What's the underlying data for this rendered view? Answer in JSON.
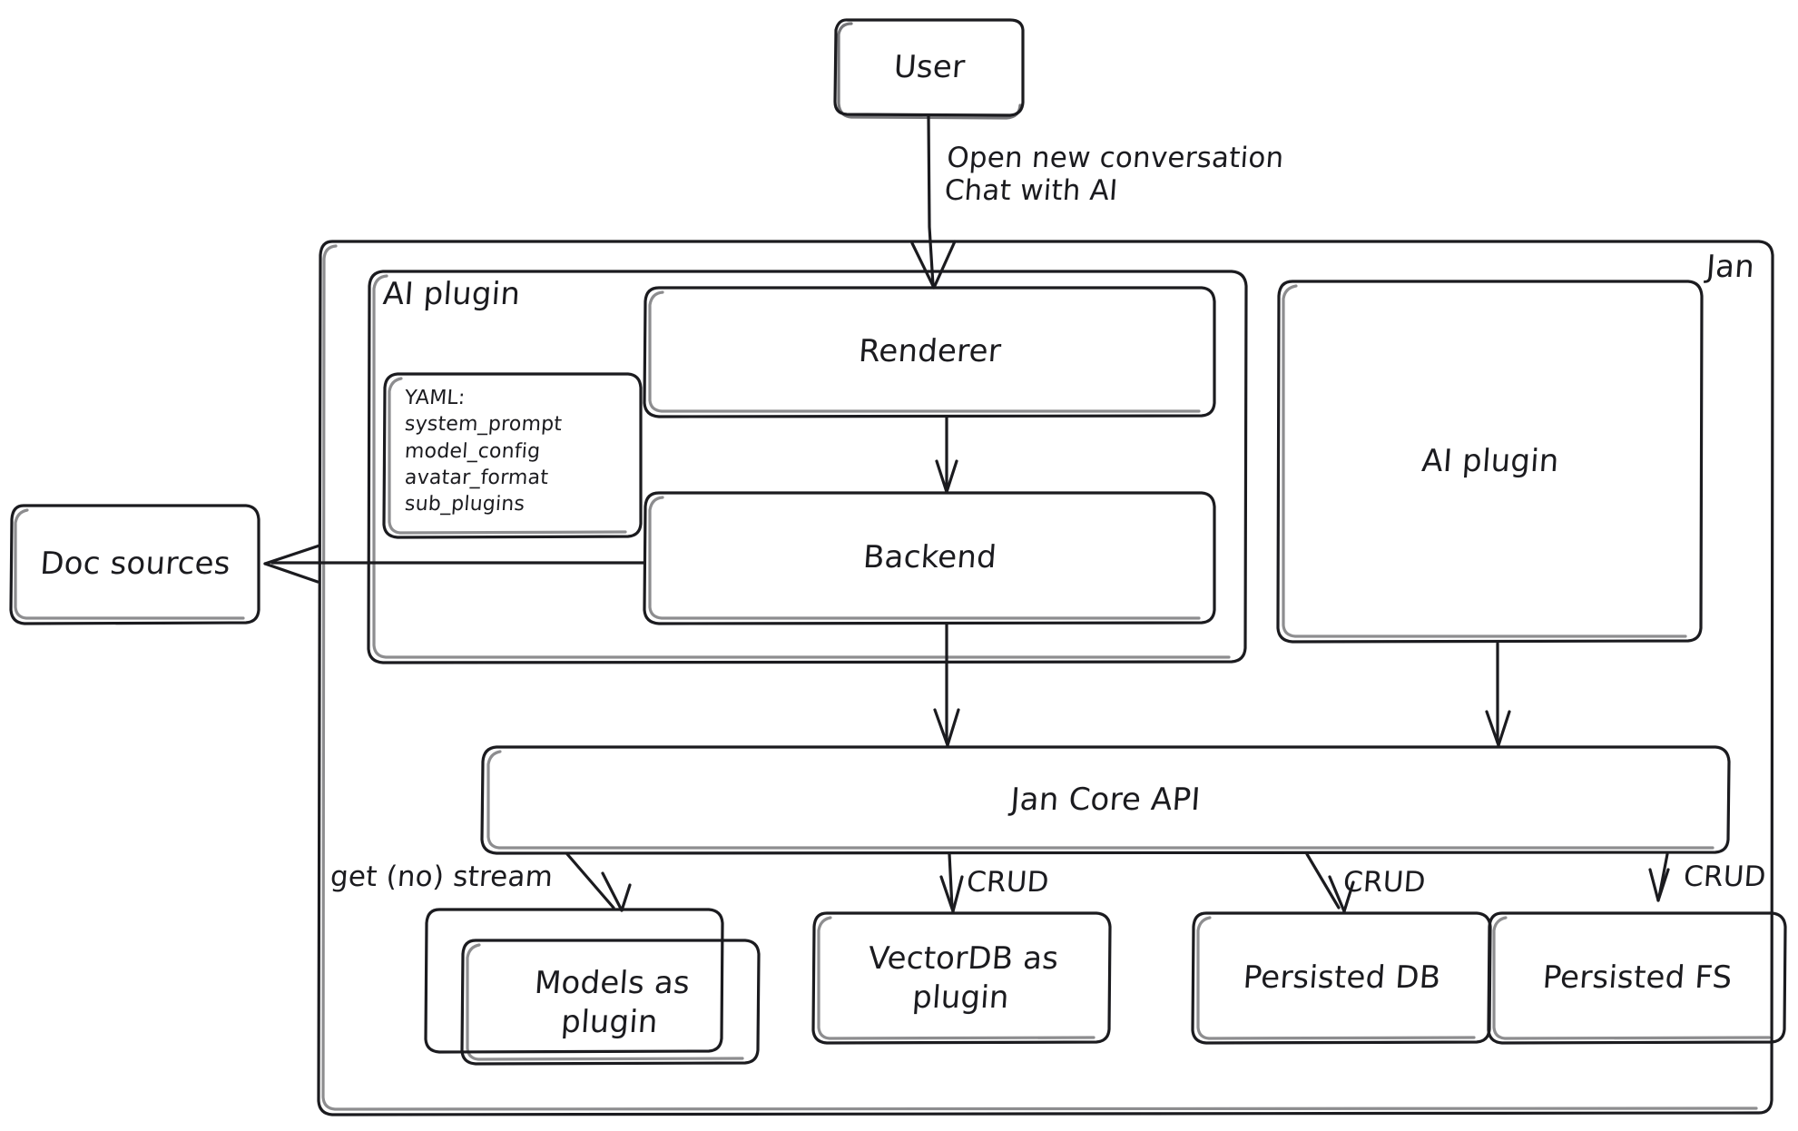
{
  "diagram": {
    "title": "Jan architecture sketch",
    "style": "hand-drawn",
    "stroke_color": "#1b1b1f",
    "background_color": "#ffffff"
  },
  "groups": {
    "jan": {
      "label": "Jan"
    },
    "ai_plugin_group": {
      "label": "AI plugin"
    }
  },
  "nodes": {
    "user": {
      "label": "User"
    },
    "renderer": {
      "label": "Renderer"
    },
    "backend": {
      "label": "Backend"
    },
    "ai_plugin_box": {
      "label": "AI plugin"
    },
    "doc_sources": {
      "label": "Doc sources"
    },
    "jan_core_api": {
      "label": "Jan Core API"
    },
    "models_plugin": {
      "label": "Models as\nplugin"
    },
    "vectordb_plugin": {
      "label": "VectorDB as\nplugin"
    },
    "persisted_db": {
      "label": "Persisted DB"
    },
    "persisted_fs": {
      "label": "Persisted FS"
    }
  },
  "yaml_note": {
    "title": "YAML:",
    "keys": [
      "system_prompt",
      "model_config",
      "avatar_format",
      "sub_plugins"
    ]
  },
  "edges": [
    {
      "id": "user-to-renderer",
      "label": "Open new conversation\nChat with AI",
      "from": "user",
      "to": "renderer"
    },
    {
      "id": "renderer-to-backend",
      "label": "",
      "from": "renderer",
      "to": "backend"
    },
    {
      "id": "backend-to-doc-sources",
      "label": "",
      "from": "backend",
      "to": "doc_sources"
    },
    {
      "id": "backend-to-core-api",
      "label": "",
      "from": "backend",
      "to": "jan_core_api"
    },
    {
      "id": "ai-plugin-to-core-api",
      "label": "",
      "from": "ai_plugin_box",
      "to": "jan_core_api"
    },
    {
      "id": "core-api-to-models",
      "label": "get (no) stream",
      "from": "jan_core_api",
      "to": "models_plugin"
    },
    {
      "id": "core-api-to-vectordb",
      "label": "CRUD",
      "from": "jan_core_api",
      "to": "vectordb_plugin"
    },
    {
      "id": "core-api-to-persisted-db",
      "label": "CRUD",
      "from": "jan_core_api",
      "to": "persisted_db"
    },
    {
      "id": "core-api-to-persisted-fs",
      "label": "CRUD",
      "from": "jan_core_api",
      "to": "persisted_fs"
    }
  ]
}
